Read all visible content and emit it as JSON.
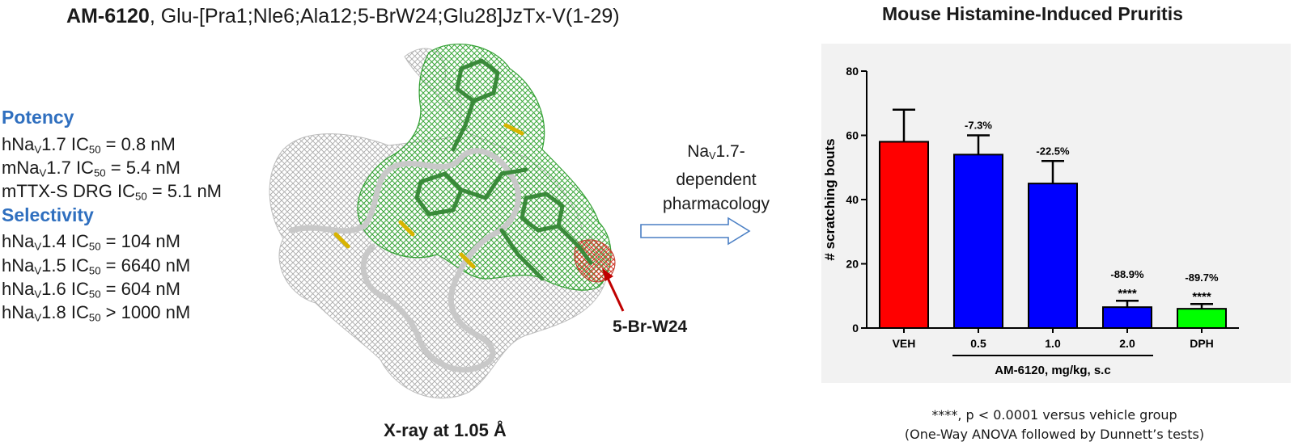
{
  "header": {
    "compound": "AM-6120",
    "sequence": ", Glu-[Pra1;Nle6;Ala12;5-BrW24;Glu28]JzTx-V(1-29)"
  },
  "potency": {
    "heading": "Potency",
    "items": [
      {
        "pre": "hNa",
        "sub": "V",
        "mid": "1.7 IC",
        "sub2": "50",
        "post": " = 0.8 nM"
      },
      {
        "pre": "mNa",
        "sub": "V",
        "mid": "1.7 IC",
        "sub2": "50",
        "post": " = 5.4 nM"
      },
      {
        "pre": "mTTX-S DRG IC",
        "sub": "50",
        "mid": " = 5.1 nM",
        "sub2": "",
        "post": ""
      }
    ]
  },
  "selectivity": {
    "heading": "Selectivity",
    "items": [
      {
        "pre": "hNa",
        "sub": "V",
        "mid": "1.4 IC",
        "sub2": "50",
        "post": " = 104 nM"
      },
      {
        "pre": "hNa",
        "sub": "V",
        "mid": "1.5 IC",
        "sub2": "50",
        "post": " = 6640 nM"
      },
      {
        "pre": "hNa",
        "sub": "V",
        "mid": "1.6 IC",
        "sub2": "50",
        "post": " = 604 nM"
      },
      {
        "pre": "hNa",
        "sub": "V",
        "mid": "1.8 IC",
        "sub2": "50",
        "post": " > 1000 nM"
      }
    ]
  },
  "structure": {
    "label": "5-Br-W24",
    "caption": "X-ray at 1.05 Å"
  },
  "arrow_label": {
    "line1_pre": "Na",
    "line1_sub": "V",
    "line1_post": "1.7-",
    "line2": "dependent",
    "line3": "pharmacology"
  },
  "chart_data": {
    "type": "bar",
    "title": "Mouse Histamine-Induced  Pruritis",
    "ylabel": "# scratching bouts",
    "xlabel": "AM-6120, mg/kg, s.c",
    "ylim": [
      0,
      80
    ],
    "yticks": [
      0,
      20,
      40,
      60,
      80
    ],
    "grid": false,
    "categories": [
      "VEH",
      "0.5",
      "1.0",
      "2.0",
      "DPH"
    ],
    "values": [
      58,
      54,
      45,
      6.5,
      6
    ],
    "errors": [
      10,
      6,
      7,
      2,
      1.5
    ],
    "colors": [
      "#ff0000",
      "#0000ff",
      "#0000ff",
      "#0000ff",
      "#00ff00"
    ],
    "percent_labels": [
      "",
      "-7.3%",
      "-22.5%",
      "-88.9%",
      "-89.7%"
    ],
    "significance": [
      "",
      "",
      "",
      "****",
      "****"
    ],
    "footnote_line1": "****, p < 0.0001 versus vehicle group",
    "footnote_line2": "(One-Way ANOVA followed by Dunnett’s tests)"
  }
}
